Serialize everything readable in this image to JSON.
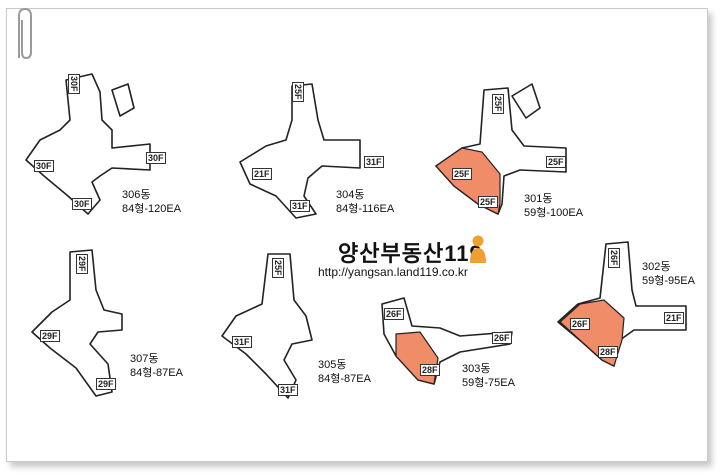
{
  "brand": {
    "name": "양산부동산119",
    "url": "http://yangsan.land119.co.kr"
  },
  "colors": {
    "highlight": "#f08c68",
    "line": "#222222"
  },
  "buildings": [
    {
      "dong": "306동",
      "spec": "84형-120EA",
      "floors": [
        "30F",
        "30F",
        "30F",
        "30F"
      ],
      "highlighted": false
    },
    {
      "dong": "304동",
      "spec": "84형-116EA",
      "floors": [
        "25F",
        "31F",
        "21F",
        "31F"
      ],
      "highlighted": false
    },
    {
      "dong": "301동",
      "spec": "59형-100EA",
      "floors": [
        "25F",
        "25F",
        "25F",
        "25F"
      ],
      "highlighted": true
    },
    {
      "dong": "307동",
      "spec": "84형-87EA",
      "floors": [
        "29F",
        "29F",
        "29F"
      ],
      "highlighted": false
    },
    {
      "dong": "305동",
      "spec": "84형-87EA",
      "floors": [
        "25F",
        "31F",
        "31F"
      ],
      "highlighted": false
    },
    {
      "dong": "303동",
      "spec": "59형-75EA",
      "floors": [
        "26F",
        "26F",
        "28F"
      ],
      "highlighted": true
    },
    {
      "dong": "302동",
      "spec": "59형-95EA",
      "floors": [
        "26F",
        "26F",
        "21F",
        "28F"
      ],
      "highlighted": true
    }
  ]
}
